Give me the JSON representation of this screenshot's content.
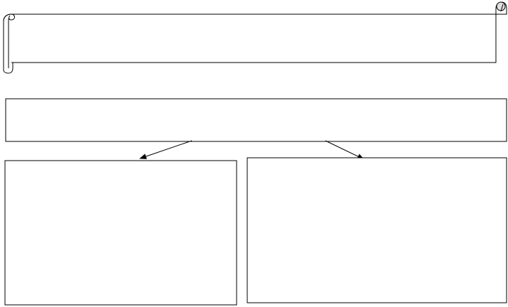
{
  "diagram": {
    "scroll_banner": {
      "text": ""
    },
    "top_box": {
      "text": ""
    },
    "left_box": {
      "text": ""
    },
    "right_box": {
      "text": ""
    },
    "stroke_color": "#000000",
    "fill_color": "#ffffff",
    "connectors": [
      {
        "from": "top-box",
        "to": "left-box"
      },
      {
        "from": "top-box",
        "to": "right-box"
      }
    ]
  }
}
